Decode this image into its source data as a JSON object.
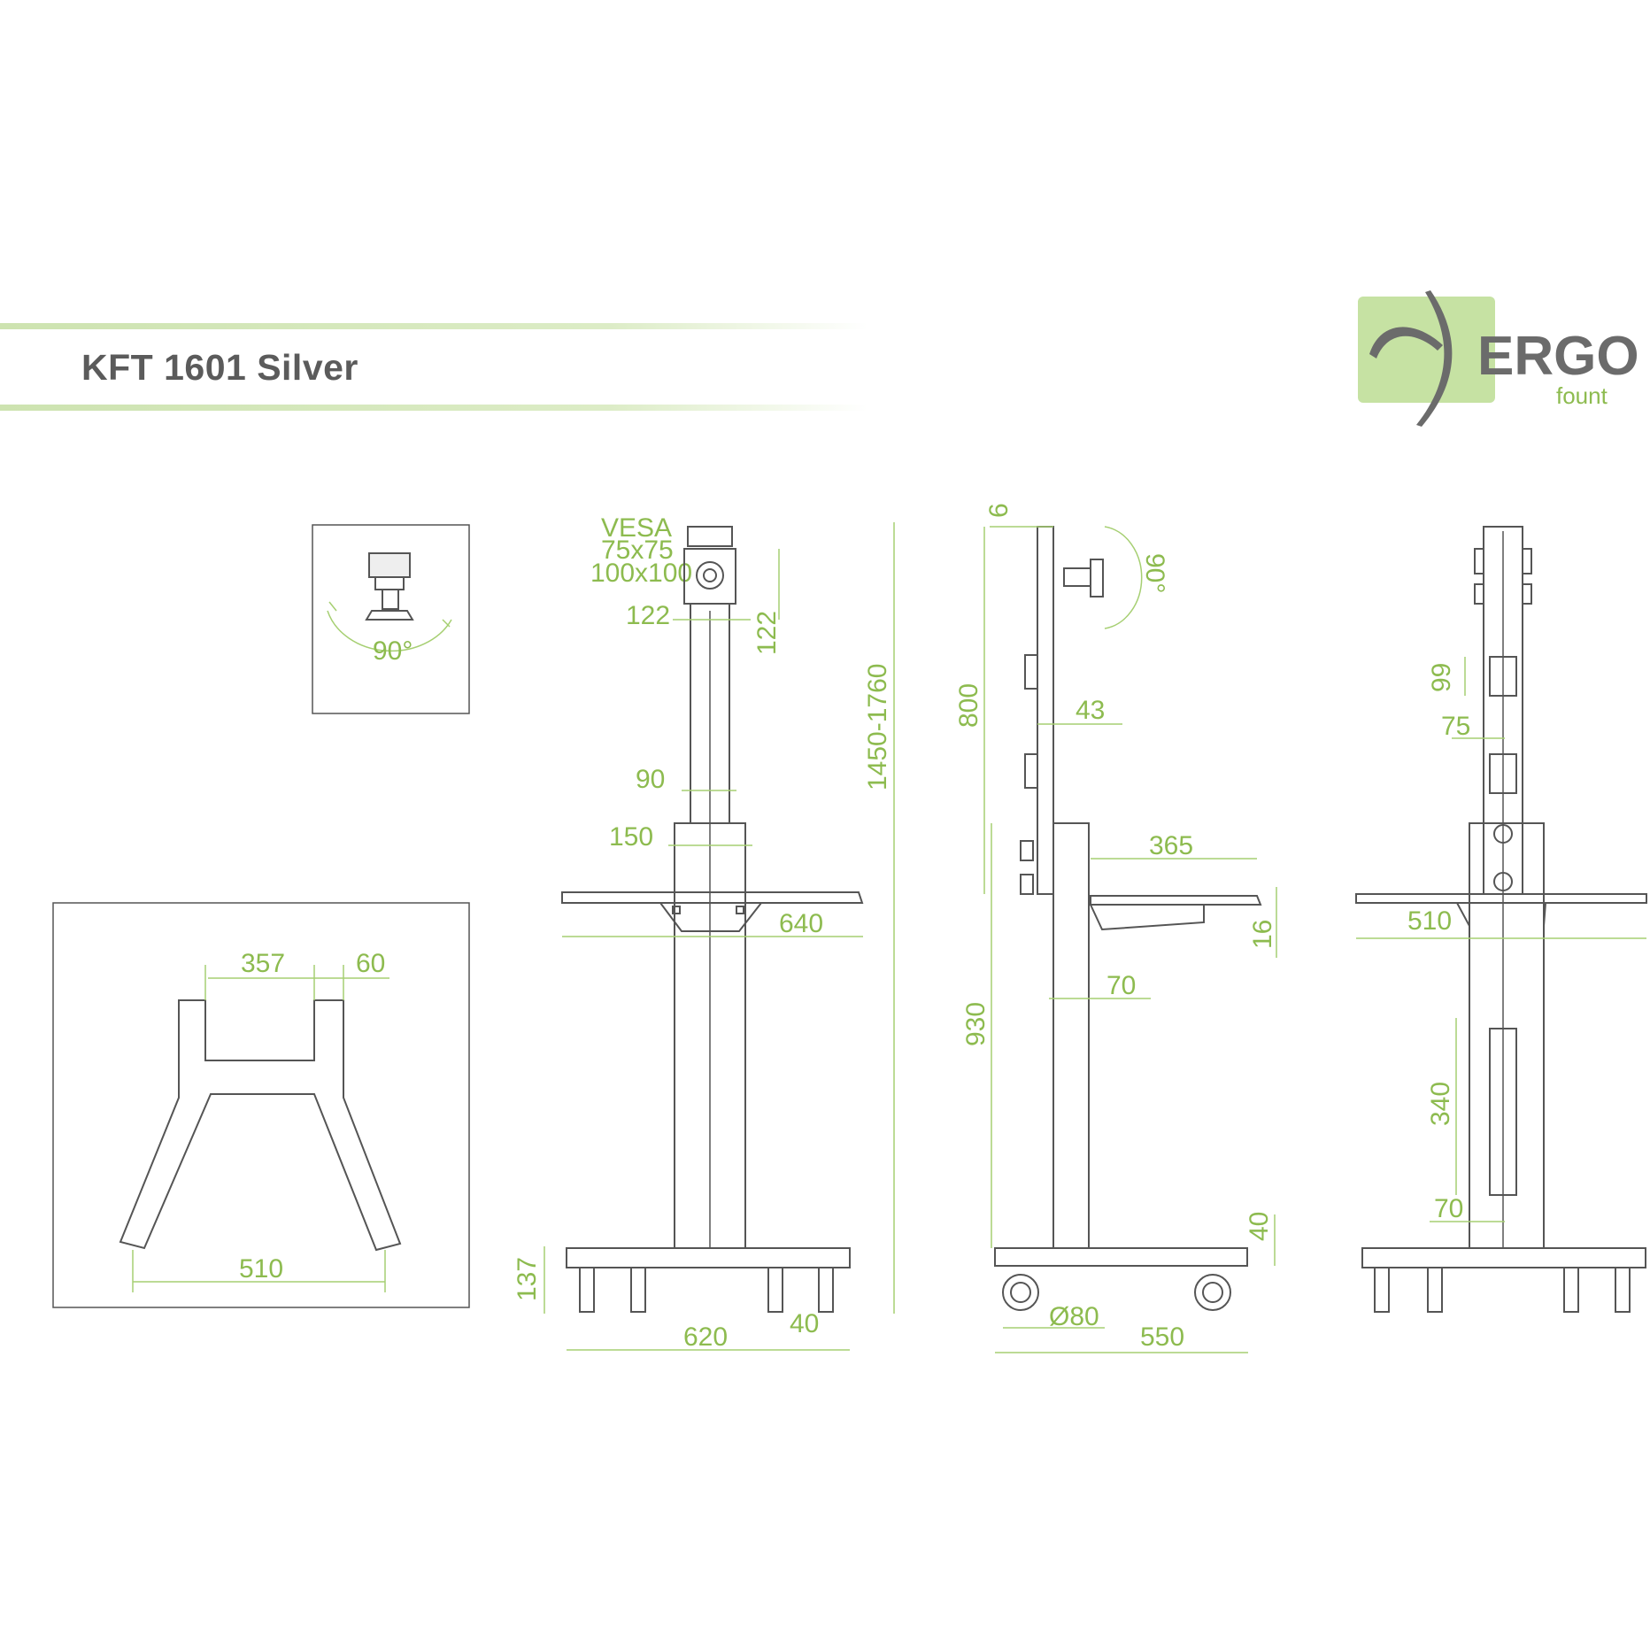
{
  "header": {
    "title": "KFT 1601 Silver",
    "band_color": "#d5e8bb"
  },
  "logo": {
    "word_main": "ERGO",
    "word_sub": "fount",
    "accent": "#c6e2a3",
    "text_color": "#6b6b6b"
  },
  "dimensions": {
    "vesa_label": "VESA",
    "vesa_small": "75x75",
    "vesa_large": "100x100",
    "detail_rotation": "90°",
    "base_top_width": "357",
    "base_leg_width": "60",
    "base_bottom_width": "510",
    "plate_width": "122",
    "plate_height": "122",
    "pole_width": "90",
    "lower_column_width": "150",
    "shelf_width": "640",
    "total_height": "1450-1760",
    "base_height": "137",
    "base_length": "620",
    "caster_offset": "40",
    "top_offset": "6",
    "side_rotation": "90°",
    "pole_travel": "800",
    "pole_depth": "43",
    "shelf_depth": "365",
    "shelf_thickness": "16",
    "column_depth": "70",
    "floor_height": "930",
    "foot_height": "40",
    "wheel_diameter": "Ø80",
    "base_depth": "550",
    "clip_height": "99",
    "clip_gap": "75",
    "rear_shelf_width": "510",
    "cover_height": "340",
    "cover_offset": "70"
  },
  "colors": {
    "dimension": "#8dbb4f",
    "line": "#555555"
  }
}
